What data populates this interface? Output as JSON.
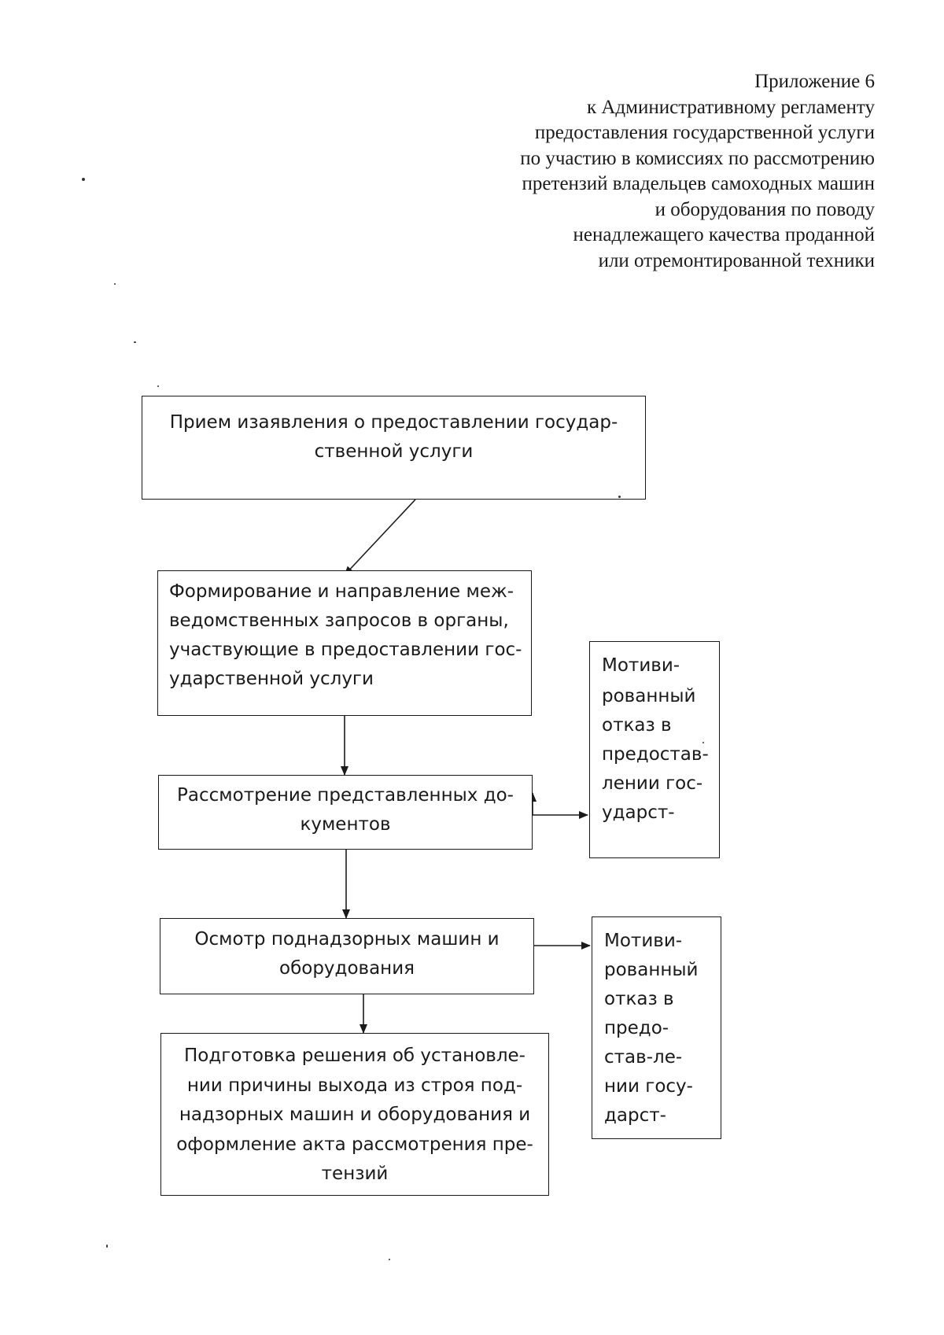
{
  "header": {
    "lines": [
      "Приложение 6",
      "к Административному регламенту",
      "предоставления государственной услуги",
      "по участию в комиссиях по рассмотрению",
      "претензий владельцев самоходных машин",
      "и оборудования по поводу",
      "ненадлежащего качества проданной",
      "или отремонтированной техники"
    ]
  },
  "flow": {
    "step1": {
      "lines": [
        "Прием изаявления о предоставлении государ-",
        "ственной услуги"
      ]
    },
    "step2": {
      "lines": [
        "Формирование и направление меж-",
        "ведомственных запросов в органы,",
        "участвующие в предоставлении гос-",
        "ударственной услуги"
      ]
    },
    "step3": {
      "lines": [
        "Рассмотрение представленных до-",
        "кументов"
      ]
    },
    "step4": {
      "lines": [
        "Осмотр поднадзорных машин и",
        "оборудования"
      ]
    },
    "step5": {
      "lines": [
        "Подготовка решения об установле-",
        "нии причины выхода из строя под-",
        "надзорных машин и оборудования и",
        "оформление акта рассмотрения пре-",
        "тензий"
      ]
    },
    "refusal1": {
      "lines": [
        "Мотиви-",
        "рованный",
        "отказ в",
        "предостав-",
        "лении гос-",
        "ударст-"
      ]
    },
    "refusal2": {
      "lines": [
        "Мотиви-",
        "рованный",
        "отказ в",
        "предо-",
        "став-ле-",
        "нии госу-",
        "дарст-"
      ]
    }
  }
}
